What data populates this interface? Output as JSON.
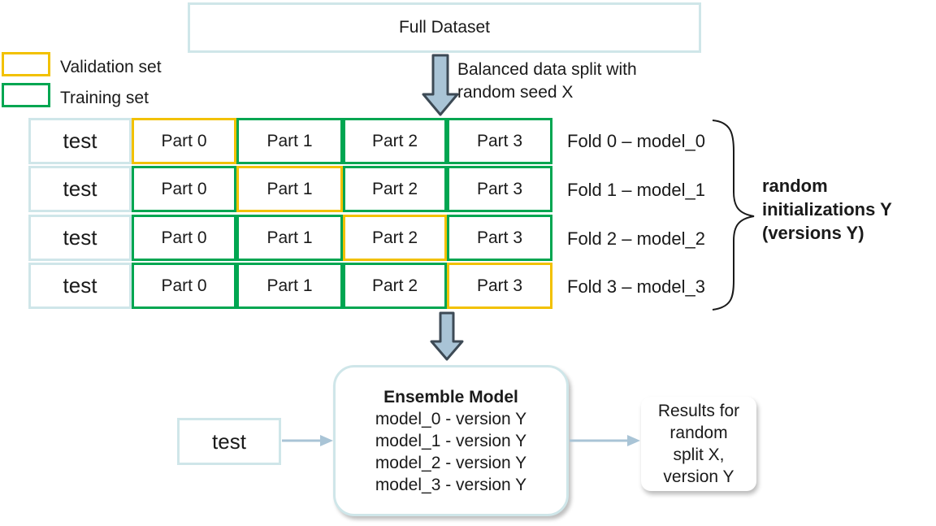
{
  "full_dataset": "Full Dataset",
  "legend": {
    "validation": "Validation set",
    "training": "Training set",
    "validation_color": "#f2c100",
    "training_color": "#00a651",
    "test_color": "#cfe6e9"
  },
  "split": {
    "line1": "Balanced data split with",
    "line2": "random seed X"
  },
  "rows": [
    {
      "test": "test",
      "parts": [
        "Part 0",
        "Part 1",
        "Part 2",
        "Part 3"
      ],
      "validation_index": 0,
      "fold": "Fold 0 – model_0"
    },
    {
      "test": "test",
      "parts": [
        "Part 0",
        "Part 1",
        "Part 2",
        "Part 3"
      ],
      "validation_index": 1,
      "fold": "Fold 1 – model_1"
    },
    {
      "test": "test",
      "parts": [
        "Part 0",
        "Part 1",
        "Part 2",
        "Part 3"
      ],
      "validation_index": 2,
      "fold": "Fold 2 – model_2"
    },
    {
      "test": "test",
      "parts": [
        "Part 0",
        "Part 1",
        "Part 2",
        "Part 3"
      ],
      "validation_index": 3,
      "fold": "Fold 3 – model_3"
    }
  ],
  "random_init": {
    "line1": "random",
    "line2": "initializations Y",
    "line3": "(versions Y)"
  },
  "test_input": "test",
  "ensemble": {
    "title": "Ensemble Model",
    "lines": [
      "model_0 - version Y",
      "model_1 - version Y",
      "model_2 - version Y",
      "model_3 - version Y"
    ]
  },
  "results": {
    "lines": [
      "Results for",
      "random",
      "split X,",
      "version Y"
    ]
  },
  "colors": {
    "arrow_fill": "#a9c4d6",
    "arrow_stroke": "#3d4a55",
    "connector": "#a9c4d6"
  }
}
